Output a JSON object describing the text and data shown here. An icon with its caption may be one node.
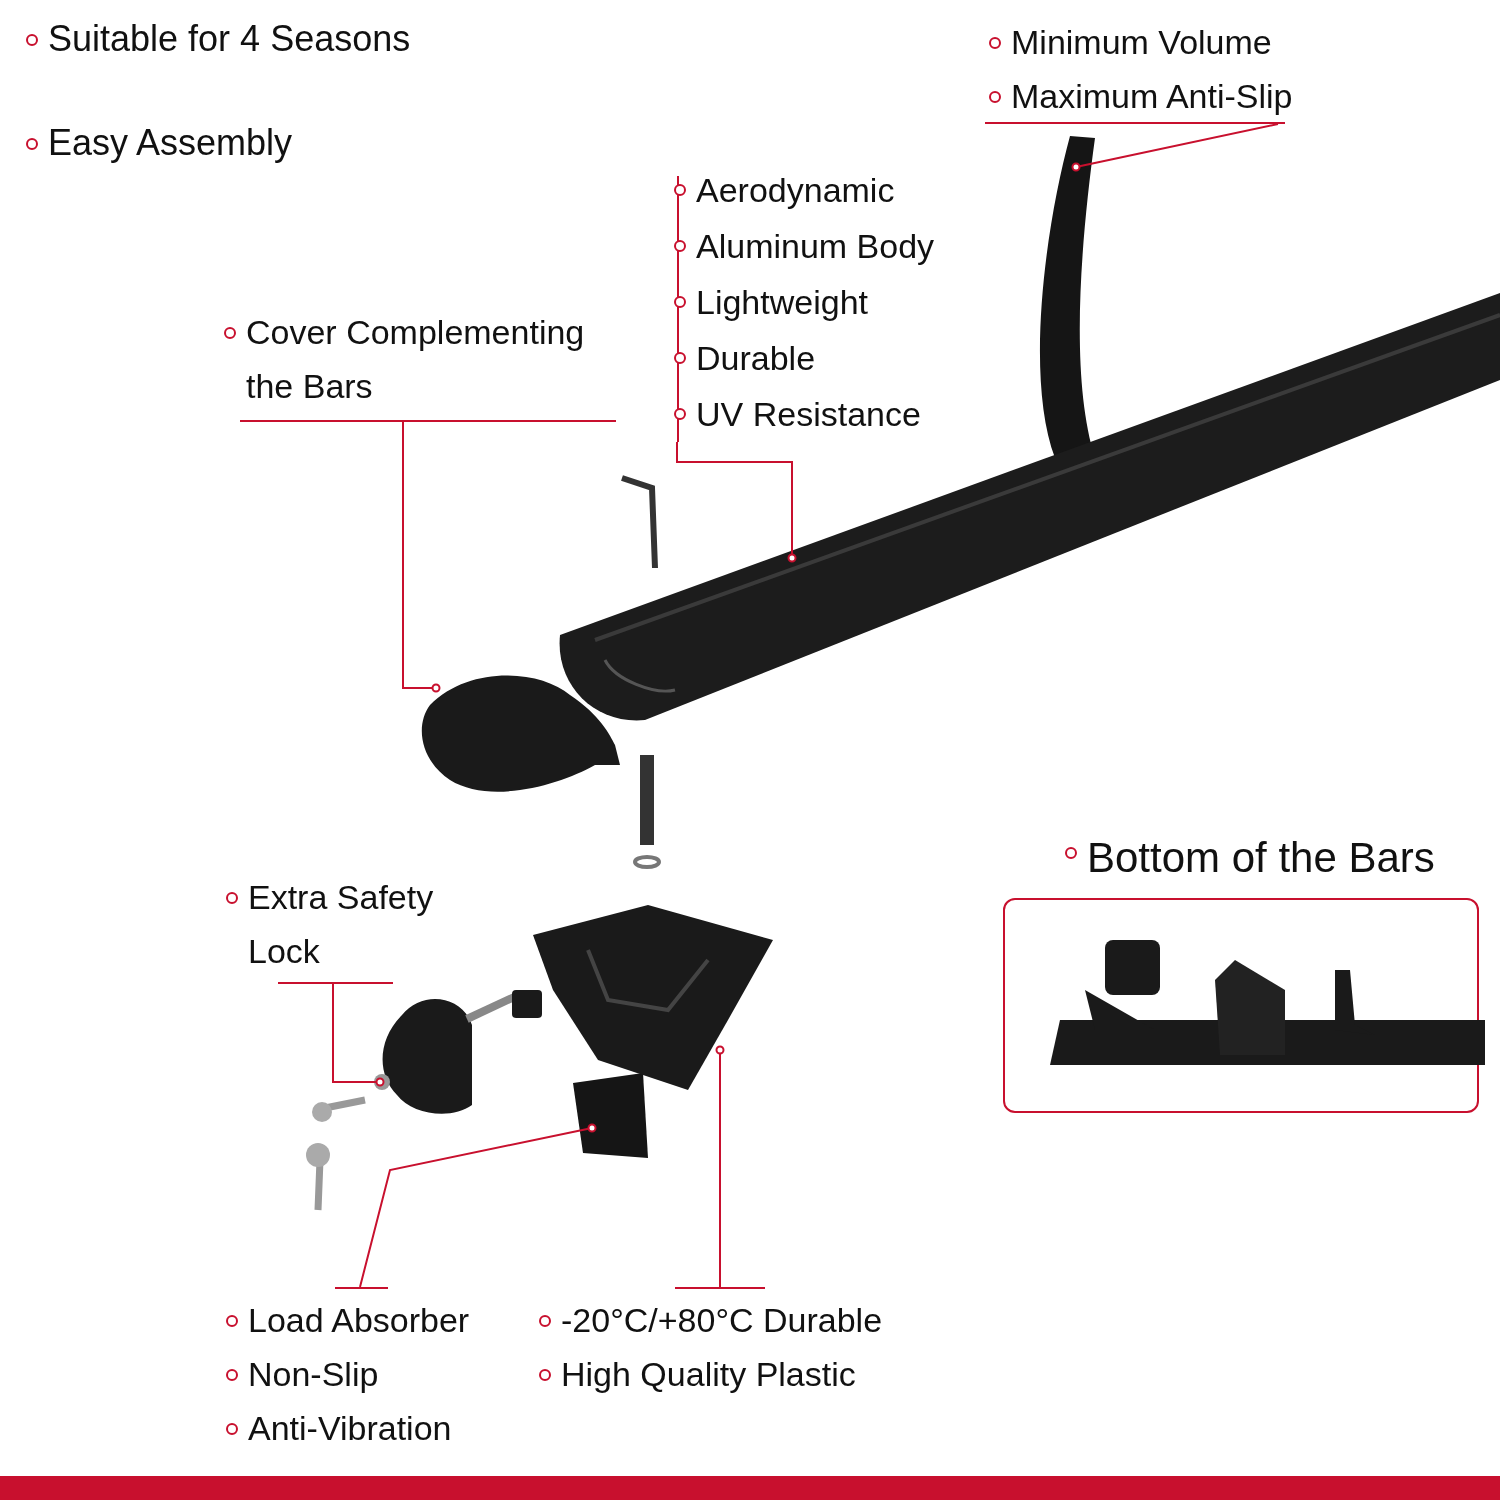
{
  "diagram": {
    "nodes": [
      {
        "text": [
          "Minimum Volume",
          "Maximum Anti-Slip"
        ]
      },
      {
        "text": [],
        "shape": "picture"
      },
      {
        "text": [
          "Aerodynamic",
          "Aluminum Body",
          "Lightweight",
          "Durable",
          "UV Resistance"
        ]
      },
      {
        "text": [],
        "shape": "picture"
      },
      {
        "text": [
          "Cover Complementing the Bars"
        ]
      },
      {
        "text": [],
        "shape": "picture"
      },
      {
        "text": [
          "Extra Safety Lock"
        ]
      },
      {
        "text": [],
        "shape": "picture"
      },
      {
        "text": [
          "Load Absorber",
          "Non-Slip",
          "Anti-Vibration"
        ]
      },
      {
        "text": [],
        "shape": "picture"
      },
      {
        "text": [
          "-20°C/+80°C Durable",
          "High Quality Plastic"
        ]
      },
      {
        "text": [],
        "shape": "picture"
      },
      {
        "text": [
          "Bottom of the Bars"
        ]
      },
      {
        "text": [],
        "shape": "picture",
        "in": 12
      }
    ],
    "edges": [
      {
        "from": 0,
        "to": 1,
        "arrow": "other"
      },
      {
        "from": 2,
        "to": 3,
        "arrow": "other"
      },
      {
        "from": 4,
        "to": 5,
        "arrow": "other"
      },
      {
        "from": 6,
        "to": 7,
        "arrow": "other"
      },
      {
        "from": 8,
        "to": 9,
        "arrow": "other"
      },
      {
        "from": 10,
        "to": 11,
        "arrow": "other"
      }
    ],
    "labels": [
      "Suitable for 4 Seasons",
      "Easy Assembly"
    ]
  }
}
